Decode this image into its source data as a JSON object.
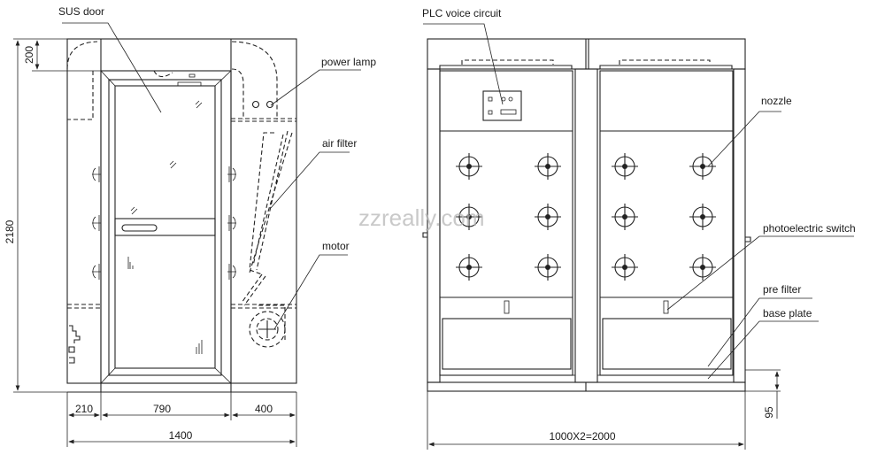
{
  "labels": {
    "sus_door": "SUS door",
    "power_lamp": "power lamp",
    "air_filter": "air filter",
    "motor": "motor",
    "plc_voice_circuit": "PLC voice circuit",
    "nozzle": "nozzle",
    "photoelectric_switch": "photoelectric switch",
    "pre_filter": "pre filter",
    "base_plate": "base plate"
  },
  "dimensions": {
    "height_total": "2180",
    "top_height": "200",
    "left_width": "210",
    "door_width": "790",
    "right_width": "400",
    "total_width": "1400",
    "side_total_width": "1000X2=2000",
    "base_height": "95"
  },
  "watermark": "zzreally.com",
  "colors": {
    "line": "#222222",
    "background": "#ffffff"
  }
}
